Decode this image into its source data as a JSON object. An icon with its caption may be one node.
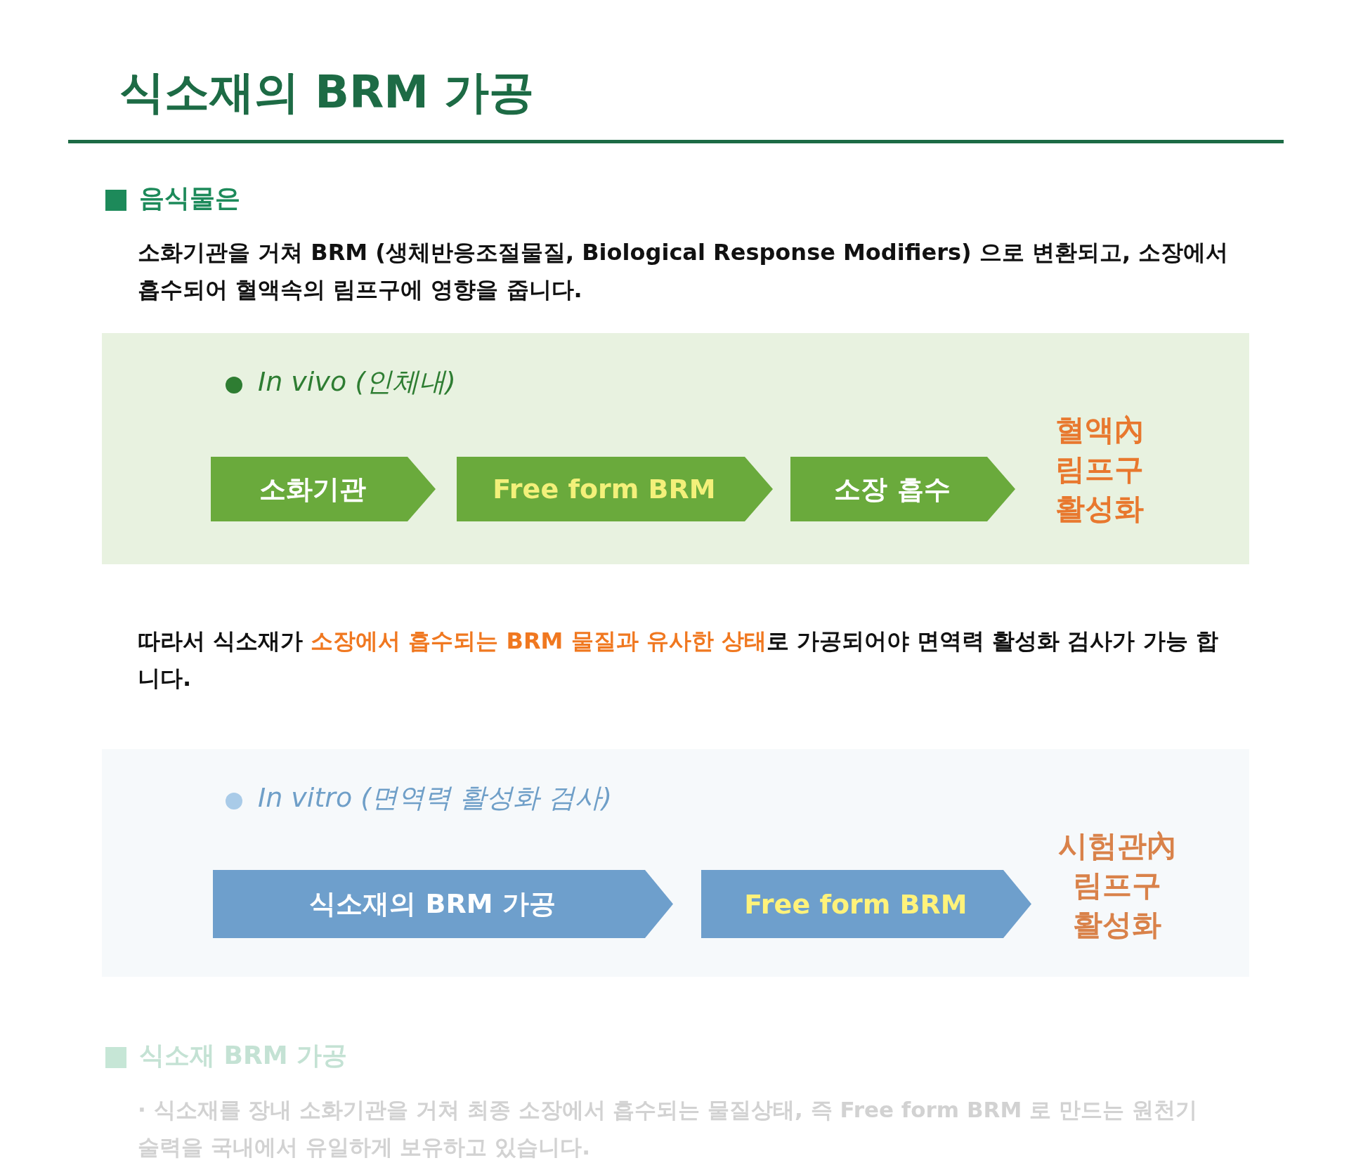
{
  "diagram": {
    "title": "식소재의 BRM 가공",
    "nodes": [
      {
        "text": [
          "In vivo (인체내)"
        ]
      },
      {
        "text": [
          "소화기관"
        ],
        "in": 0
      },
      {
        "text": [
          "Free form BRM"
        ],
        "in": 0
      },
      {
        "text": [
          "소장 흡수"
        ],
        "in": 0
      },
      {
        "text": [
          "혈액內 림프구 활성화"
        ],
        "in": 0
      },
      {
        "text": [
          "In vitro (면역력 활성화 검사)"
        ]
      },
      {
        "text": [
          "식소재의 BRM 가공"
        ],
        "in": 5
      },
      {
        "text": [
          "Free form BRM"
        ],
        "in": 5
      },
      {
        "text": [
          "시험관內 림프구 활성화"
        ],
        "in": 5
      }
    ],
    "labels": [
      "음식물은",
      "소화기관을 거쳐 BRM (생체반응조절물질, Biological Response Modifiers) 으로 변환되고, 소장에서 흡수되어 혈액속의 림프구에 영향을 줍니다.",
      "따라서 식소재가 ",
      "소장에서 흡수되는 BRM 물질과 유사한 상태",
      "로 가공되어야 면역력 활성화 검사가 가능 합니다.",
      "식소재 BRM 가공",
      "· 식소재를 장내 소화기관을 거쳐 최종 소장에서 흡수되는 물질상태, 즉 Free form BRM 로 만드는 원천기술력을 국내에서 유일하게 보유하고 있습니다."
    ]
  }
}
